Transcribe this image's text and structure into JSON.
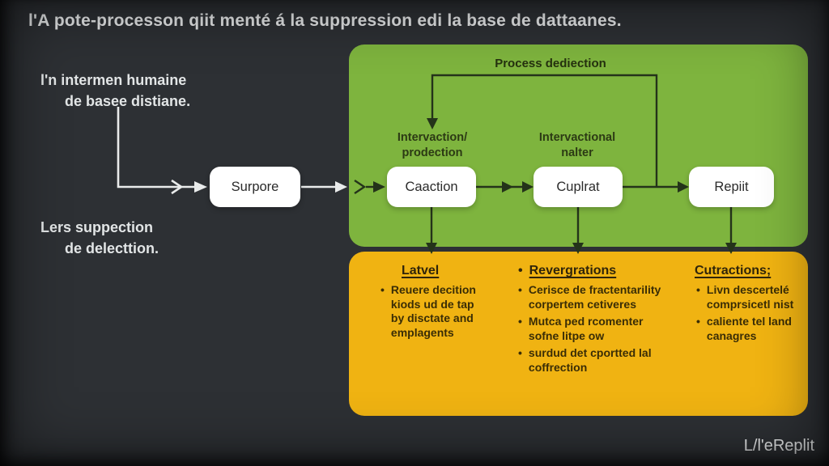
{
  "title": "l'A pote-processon qiit menté á la suppression edi la base de dattaanes.",
  "left_note_top": {
    "line1": "l'n intermen humaine",
    "line2": "de basee distiane."
  },
  "left_note_bottom": {
    "line1": "Lers suppection",
    "line2": "de delecttion."
  },
  "nodes": {
    "input": "Surpore",
    "step1": "Caaction",
    "step2": "Cuplrat",
    "step3": "Repiit"
  },
  "green_panel": {
    "title": "Process dediection",
    "label1_line1": "Intervaction/",
    "label1_line2": "prodection",
    "label2_line1": "Intervactional",
    "label2_line2": "nalter"
  },
  "yellow_panel": {
    "col1": {
      "header": "Latvel",
      "b1_l1": "Reuere decition",
      "b1_l2": "kiods ud de tap",
      "b1_l3": "by disctate and",
      "b1_l4": "emplagents"
    },
    "col2": {
      "header": "Revergrations",
      "b1_l1": "Cerisce de fractentarility",
      "b1_l2": "corpertem cetiveres",
      "b2_l1": "Mutca ped rcomenter",
      "b2_l2": "sofne litpe ow",
      "b3_l1": "surdud det cportted lal",
      "b3_l2": "coffrection"
    },
    "col3": {
      "header": "Cutractions;",
      "b1_l1": "Livn descertelé",
      "b1_l2": "comprsicetl nist",
      "b2_l1": "caliente tel land",
      "b2_l2": "canagres"
    }
  },
  "footer": "L/l'eReplit",
  "bullet_char": "•",
  "colors": {
    "background": "#2d3034",
    "panel_green": "#7eb43e",
    "panel_yellow": "#f0b312",
    "node_bg": "#ffffff",
    "arrow_light": "#e9ebeb",
    "arrow_dark": "#24331a"
  }
}
